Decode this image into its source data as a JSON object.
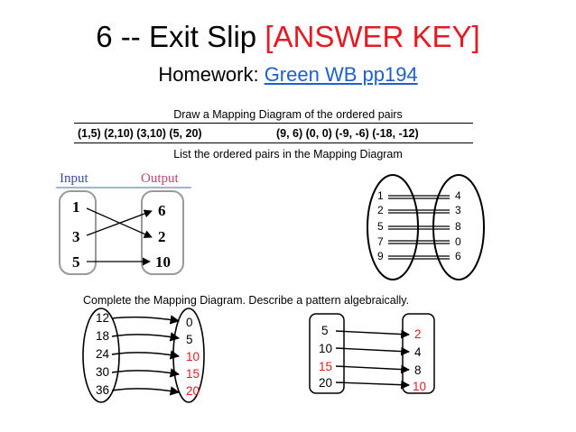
{
  "header": {
    "title_main": "6 -- Exit Slip ",
    "title_key": "[ANSWER KEY]",
    "subtitle_label": "Homework: ",
    "subtitle_link": "Green WB pp194",
    "key_color": "#e31b23",
    "link_color": "#1f5fd0"
  },
  "section1": {
    "instruction": "Draw a Mapping Diagram of the ordered pairs",
    "pairs_left": "(1,5) (2,10) (3,10) (5, 20)",
    "pairs_right": "(9, 6) (0, 0) (-9, -6) (-18, -12)"
  },
  "section2": {
    "instruction": "List the ordered pairs in the Mapping Diagram",
    "diagram1": {
      "input_label": "Input",
      "output_label": "Output",
      "inputs": [
        "1",
        "3",
        "5"
      ],
      "outputs": [
        "6",
        "2",
        "10"
      ]
    },
    "diagram2": {
      "inputs": [
        "1",
        "2",
        "5",
        "7",
        "9"
      ],
      "outputs": [
        "4",
        "3",
        "8",
        "0",
        "6"
      ]
    }
  },
  "section3": {
    "instruction": "Complete the Mapping Diagram.  Describe a pattern algebraically.",
    "diagram3": {
      "inputs": [
        "12",
        "18",
        "24",
        "30",
        "36"
      ],
      "outputs": [
        {
          "text": "0",
          "answer": false
        },
        {
          "text": "5",
          "answer": false
        },
        {
          "text": "10",
          "answer": true
        },
        {
          "text": "15",
          "answer": true
        },
        {
          "text": "20",
          "answer": true
        }
      ]
    },
    "diagram4": {
      "inputs": [
        {
          "text": "5",
          "answer": false
        },
        {
          "text": "10",
          "answer": false
        },
        {
          "text": "15",
          "answer": true
        },
        {
          "text": "20",
          "answer": false
        }
      ],
      "outputs": [
        {
          "text": "2",
          "answer": true
        },
        {
          "text": "4",
          "answer": false
        },
        {
          "text": "8",
          "answer": false
        },
        {
          "text": "10",
          "answer": true
        }
      ]
    }
  }
}
